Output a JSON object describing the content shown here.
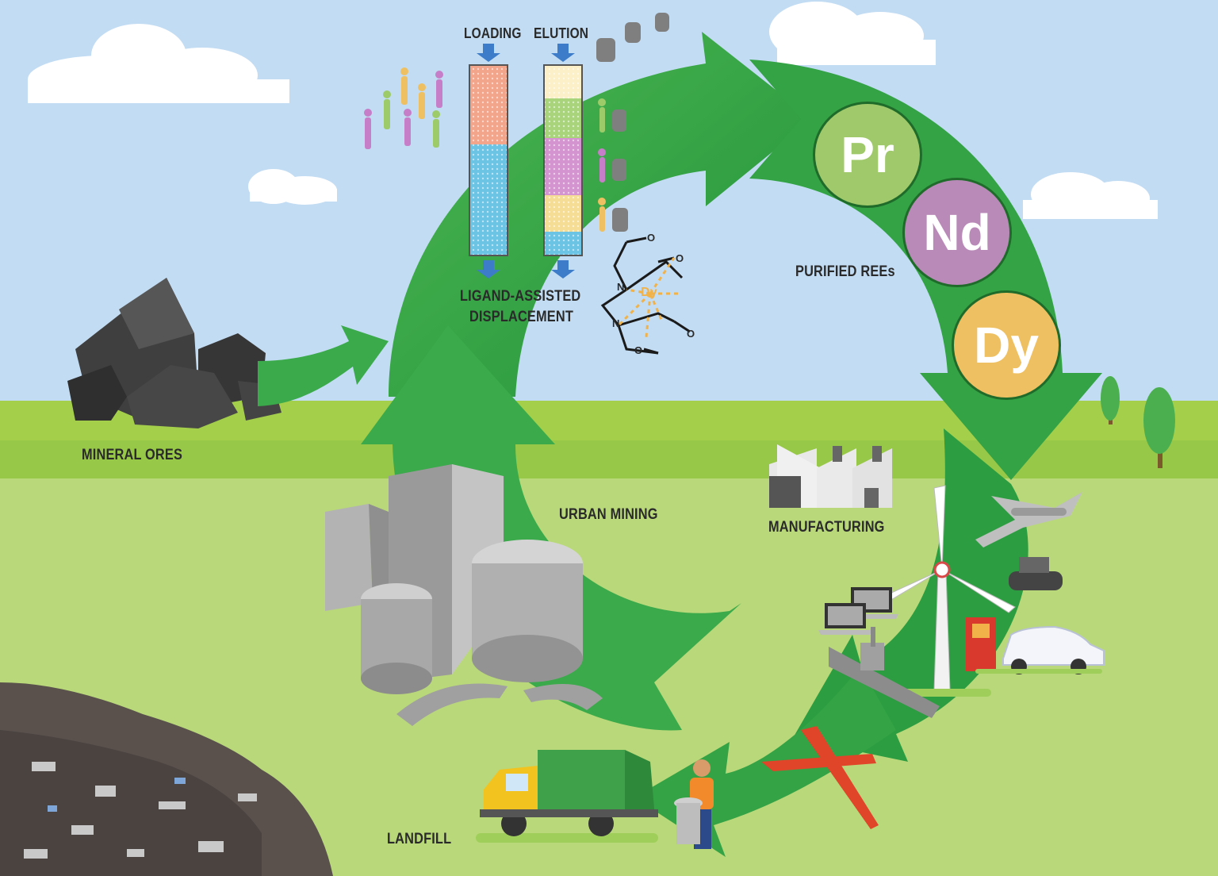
{
  "labels": {
    "loading": "LOADING",
    "elution": "ELUTION",
    "ligand_line1": "LIGAND-ASSISTED",
    "ligand_line2": "DISPLACEMENT",
    "purified": "PURIFIED REEs",
    "mineral_ores": "MINERAL ORES",
    "urban_mining": "URBAN MINING",
    "manufacturing": "MANUFACTURING",
    "landfill": "LANDFILL"
  },
  "elements": [
    {
      "symbol": "Pr",
      "color": "#9fc96a"
    },
    {
      "symbol": "Nd",
      "color": "#b98ab8"
    },
    {
      "symbol": "Dy",
      "color": "#efc062"
    }
  ],
  "complex": {
    "metal": "Dy",
    "atoms": [
      "N",
      "N",
      "O",
      "O",
      "O",
      "O"
    ]
  },
  "colors": {
    "sky": "#c2dcf3",
    "grass_dark": "#a3cf4a",
    "grass_light": "#b9d87a",
    "arrow": "#3aaa4a",
    "arrow_dark": "#22933a",
    "column_blue": "#6cc4e4",
    "column_pink": "#f2a58a",
    "column_green": "#a9d47c",
    "column_purple": "#d394cf",
    "column_yellow": "#f6dd95",
    "cross": "#e0452a"
  }
}
